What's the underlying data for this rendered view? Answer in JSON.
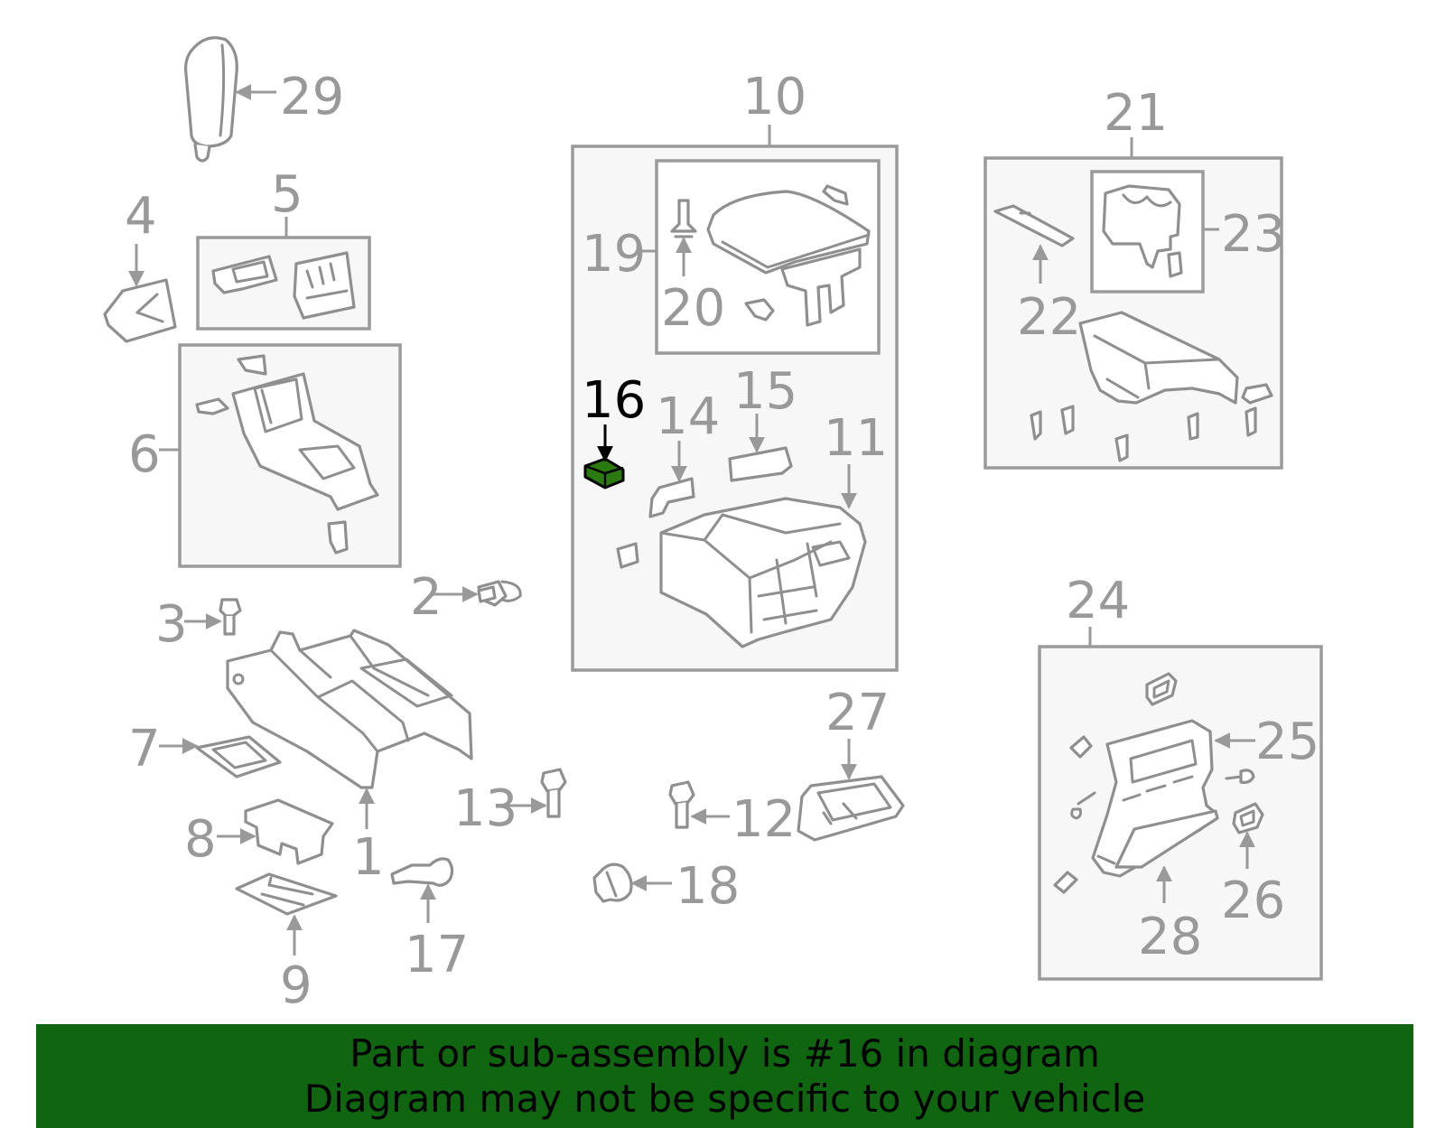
{
  "diagram": {
    "highlighted_part": "16",
    "highlight_color": "#2a7a10",
    "label_color": "#999999",
    "labels": {
      "p1": "1",
      "p2": "2",
      "p3": "3",
      "p4": "4",
      "p5": "5",
      "p6": "6",
      "p7": "7",
      "p8": "8",
      "p9": "9",
      "p10": "10",
      "p11": "11",
      "p12": "12",
      "p13": "13",
      "p14": "14",
      "p15": "15",
      "p16": "16",
      "p17": "17",
      "p18": "18",
      "p19": "19",
      "p20": "20",
      "p21": "21",
      "p22": "22",
      "p23": "23",
      "p24": "24",
      "p25": "25",
      "p26": "26",
      "p27": "27",
      "p28": "28",
      "p29": "29"
    }
  },
  "banner": {
    "line1": "Part or sub-assembly is #16 in diagram",
    "line2": "Diagram may not be specific to your vehicle",
    "background": "#106510"
  }
}
